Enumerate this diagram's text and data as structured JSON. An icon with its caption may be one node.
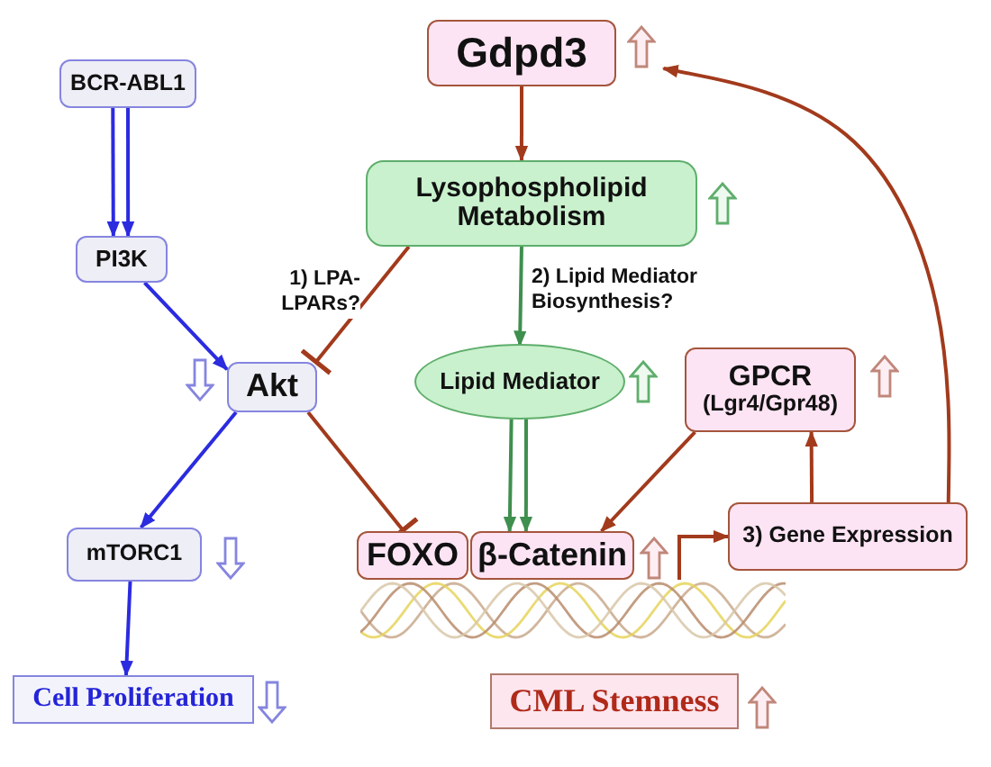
{
  "diagram": {
    "nodes": [
      {
        "text": [
          "BCR-ABL1"
        ]
      },
      {
        "text": [
          "PI3K"
        ]
      },
      {
        "text": [
          "Akt"
        ]
      },
      {
        "text": [
          "mTORC1"
        ]
      },
      {
        "text": [
          "Cell Proliferation"
        ]
      },
      {
        "text": [
          "Gdpd3"
        ]
      },
      {
        "text": [
          "Lysophospholipid Metabolism"
        ]
      },
      {
        "text": [
          "Lipid Mediator"
        ]
      },
      {
        "text": [
          "GPCR",
          "(Lgr4/Gpr48)"
        ]
      },
      {
        "text": [
          "FOXO"
        ]
      },
      {
        "text": [
          "β-Catenin"
        ]
      },
      {
        "text": [
          "3) Gene Expression"
        ]
      },
      {
        "text": [
          "CML Stemness"
        ]
      },
      {
        "text": [],
        "shape": "picture"
      }
    ],
    "edges": [
      {
        "from": 0,
        "to": 1,
        "arrow": "to",
        "color": "#2b2be0"
      },
      {
        "from": 0,
        "to": 1,
        "arrow": "to",
        "color": "#2b2be0"
      },
      {
        "from": 1,
        "to": 2,
        "arrow": "to",
        "color": "#2b2be0"
      },
      {
        "from": 6,
        "to": 2,
        "arrow": "other",
        "label": "1) LPA- LPARs?"
      },
      {
        "from": 5,
        "to": 6,
        "arrow": "to"
      },
      {
        "from": 6,
        "to": 7,
        "arrow": "to",
        "label": "2) Lipid Mediator Biosynthesis?",
        "color": "#3f8f4f"
      },
      {
        "from": 7,
        "to": 10,
        "arrow": "to",
        "color": "#3f8f4f"
      },
      {
        "from": 7,
        "to": 10,
        "arrow": "to",
        "color": "#3f8f4f"
      },
      {
        "from": 8,
        "to": 10,
        "arrow": "to"
      },
      {
        "from": 11,
        "to": 8,
        "arrow": "to"
      },
      {
        "from": 13,
        "to": 11,
        "arrow": "to"
      },
      {
        "from": 11,
        "to": 5,
        "arrow": "to"
      },
      {
        "from": 2,
        "to": 3,
        "arrow": "to",
        "color": "#2b2be0"
      },
      {
        "from": 2,
        "to": 9,
        "arrow": "other"
      },
      {
        "from": 3,
        "to": 4,
        "arrow": "to",
        "color": "#2b2be0"
      }
    ]
  }
}
